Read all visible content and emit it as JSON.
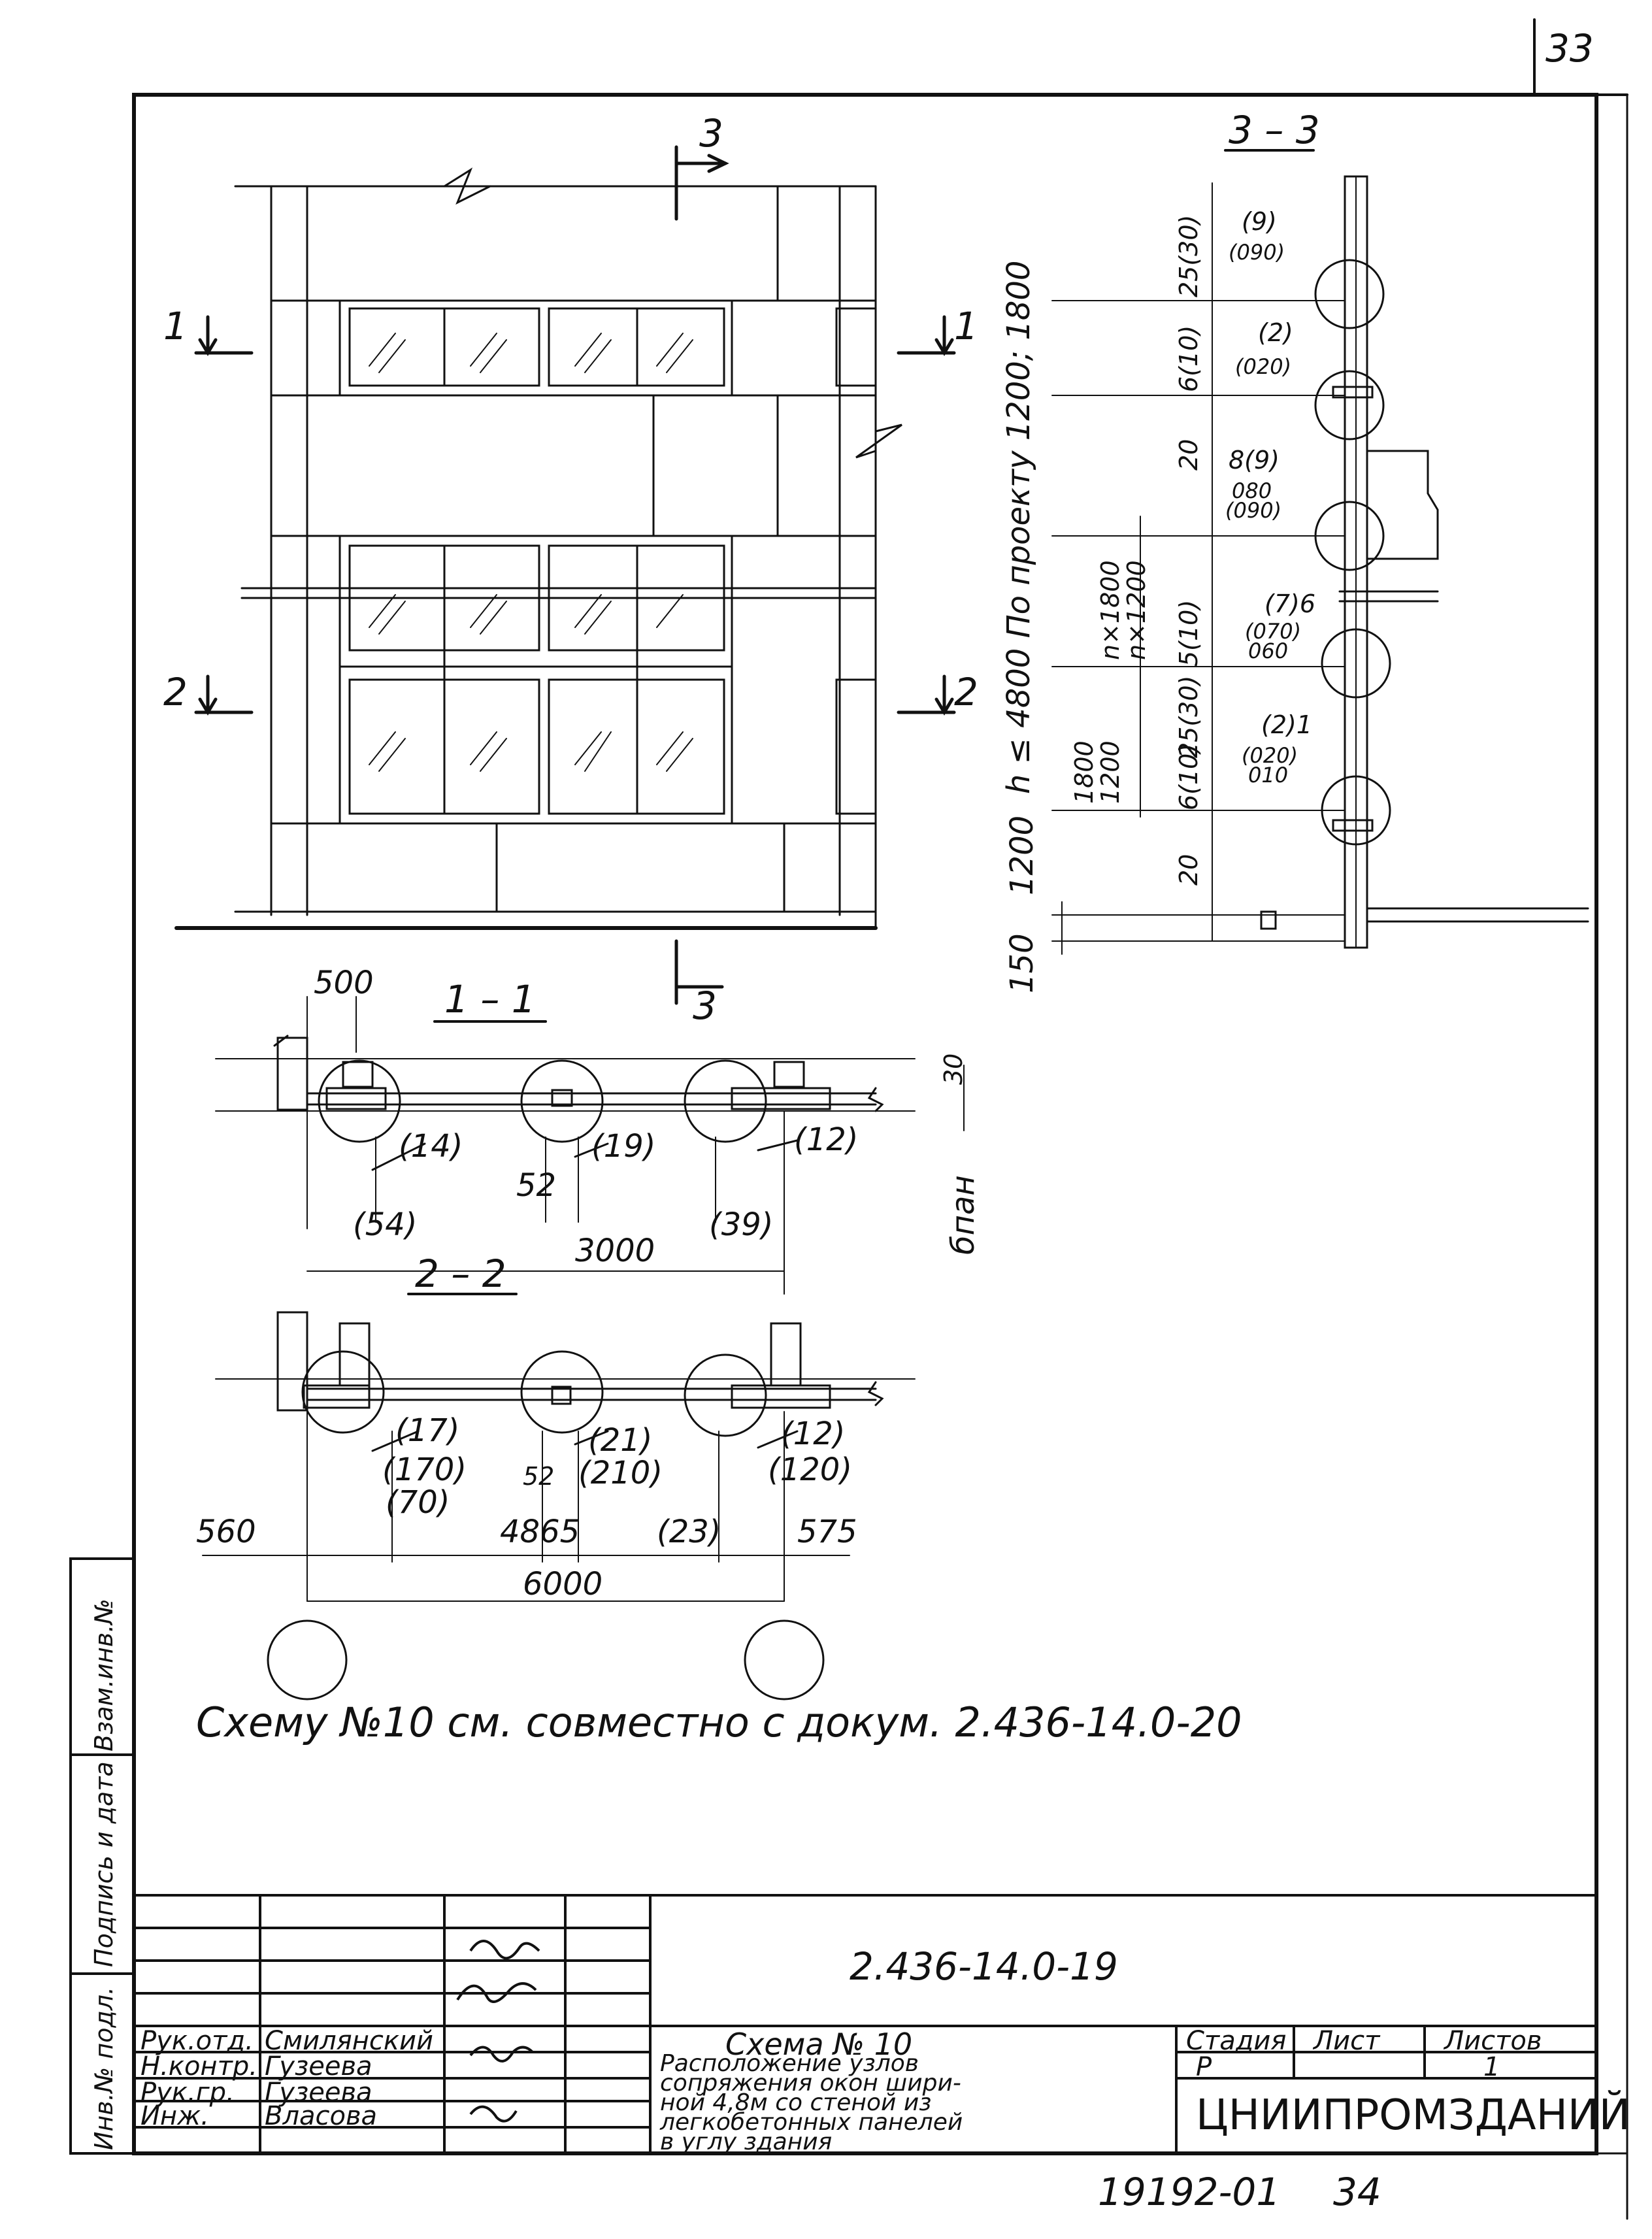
{
  "sheet_corner_number": "33",
  "bottom_numbers": {
    "code": "19192-01",
    "page": "34"
  },
  "sections": {
    "s33": "3 – 3",
    "s11": "1 – 1",
    "s22": "2 – 2",
    "mark1": "1",
    "mark2": "2",
    "mark3": "3"
  },
  "elevation_dims": {
    "h_note": "h ≤ 4800  По проекту 1200; 1800",
    "nx1": "n×1800",
    "nx2": "n×1200",
    "d1800": "1800",
    "d1200a": "1200",
    "d1200": "1200",
    "d150": "150",
    "d20a": "20",
    "d20b": "20",
    "d25_30a": "25(30)",
    "d25_30b": "25(30)",
    "d5_10": "5(10)",
    "d6_10a": "6(10)",
    "d6_10b": "6(10)"
  },
  "section33_labels": {
    "n9": "(9)",
    "n090": "(090)",
    "n2": "(2)",
    "n020": "(020)",
    "n8_9": "8(9)",
    "n080": "080",
    "n0_90": "(090)",
    "n7_6": "(7)6",
    "n070": "(070)",
    "n060": "060",
    "n2_1": "(2)1",
    "n020b": "(020)",
    "n010": "010"
  },
  "plan11": {
    "d500": "500",
    "d30": "30",
    "n14": "(14)",
    "n19": "(19)",
    "n12": "(12)",
    "d52": "52",
    "n54": "(54)",
    "d3000": "3000",
    "n39": "(39)",
    "bpan": "бпан"
  },
  "plan22": {
    "n17": "(17)",
    "n170": "(170)",
    "n70": "(70)",
    "n21": "(21)",
    "n210": "(210)",
    "d52": "52",
    "n12": "(12)",
    "n120": "(120)",
    "n23": "(23)",
    "d560": "560",
    "d4865": "4865",
    "d575": "575",
    "d6000": "6000"
  },
  "note": "Схему №10 см. совместно с докум. 2.436-14.0-20",
  "side_stamp": [
    "Инв.№ подл.",
    "Подпись и дата",
    "Взам.инв.№"
  ],
  "title_block": {
    "code": "2.436-14.0-19",
    "roles": [
      "Рук.отд.",
      "Н.контр.",
      "Рук.гр.",
      "Инж."
    ],
    "names": [
      "Смилянский",
      "Гузеева",
      "Гузеева",
      "Власова"
    ],
    "title_lines": [
      "Схема № 10",
      "Расположение узлов",
      "сопряжения окон шири-",
      "ной 4,8м со стеной из",
      "легкобетонных панелей",
      "в углу здания"
    ],
    "stage_header": "Стадия",
    "sheet_header": "Лист",
    "sheets_header": "Листов",
    "stage": "Р",
    "sheet": "1",
    "org": "ЦНИИПРОМЗДАНИЙ"
  },
  "colors": {
    "ink": "#111111",
    "paper": "#ffffff"
  }
}
